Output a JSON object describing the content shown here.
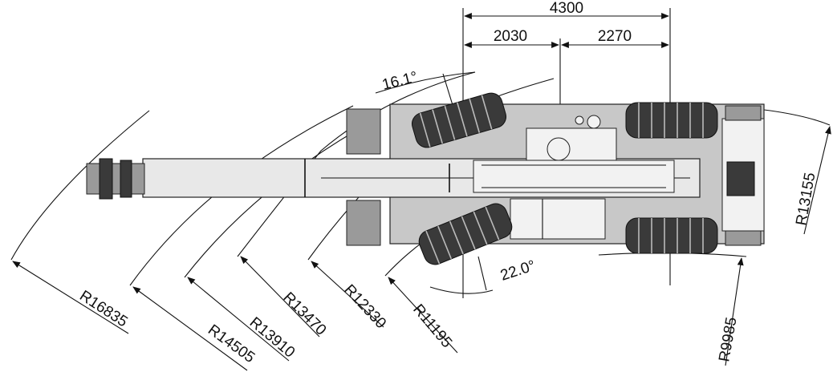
{
  "dimensions": {
    "wheelbase_total": "4300",
    "front_segment": "2030",
    "rear_segment": "2270"
  },
  "angles": {
    "outer_steer": "16.1°",
    "inner_steer": "22.0°"
  },
  "radii": [
    {
      "id": "r16835",
      "label": "R16835"
    },
    {
      "id": "r14505",
      "label": "R14505"
    },
    {
      "id": "r13910",
      "label": "R13910"
    },
    {
      "id": "r13470",
      "label": "R13470"
    },
    {
      "id": "r12330",
      "label": "R12330"
    },
    {
      "id": "r11195",
      "label": "R11195"
    },
    {
      "id": "r9985",
      "label": "R9985"
    },
    {
      "id": "r13155",
      "label": "R13155"
    }
  ],
  "colors": {
    "line": "#111111",
    "body": "#c8c8c8",
    "tire": "#3a3a3a",
    "boom": "#e8e8e8"
  }
}
